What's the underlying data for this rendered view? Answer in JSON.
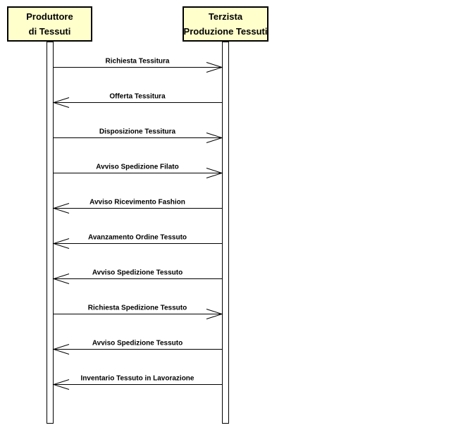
{
  "actors": {
    "left": {
      "line1": "Produttore",
      "line2": "di Tessuti"
    },
    "right": {
      "line1": "Terzista",
      "line2": "Produzione Tessuti"
    }
  },
  "colors": {
    "actor_fill": "#ffffcc",
    "line": "#000000"
  },
  "messages": [
    {
      "label": "Richiesta Tessitura",
      "direction": "right"
    },
    {
      "label": "Offerta Tessitura",
      "direction": "left"
    },
    {
      "label": "Disposizione Tessitura",
      "direction": "right"
    },
    {
      "label": "Avviso Spedizione Filato",
      "direction": "right"
    },
    {
      "label": "Avviso Ricevimento Fashion",
      "direction": "left"
    },
    {
      "label": "Avanzamento Ordine Tessuto",
      "direction": "left"
    },
    {
      "label": "Avviso Spedizione Tessuto",
      "direction": "left"
    },
    {
      "label": "Richiesta Spedizione Tessuto",
      "direction": "right"
    },
    {
      "label": "Avviso Spedizione Tessuto",
      "direction": "left"
    },
    {
      "label": "Inventario Tessuto in Lavorazione",
      "direction": "left"
    }
  ]
}
